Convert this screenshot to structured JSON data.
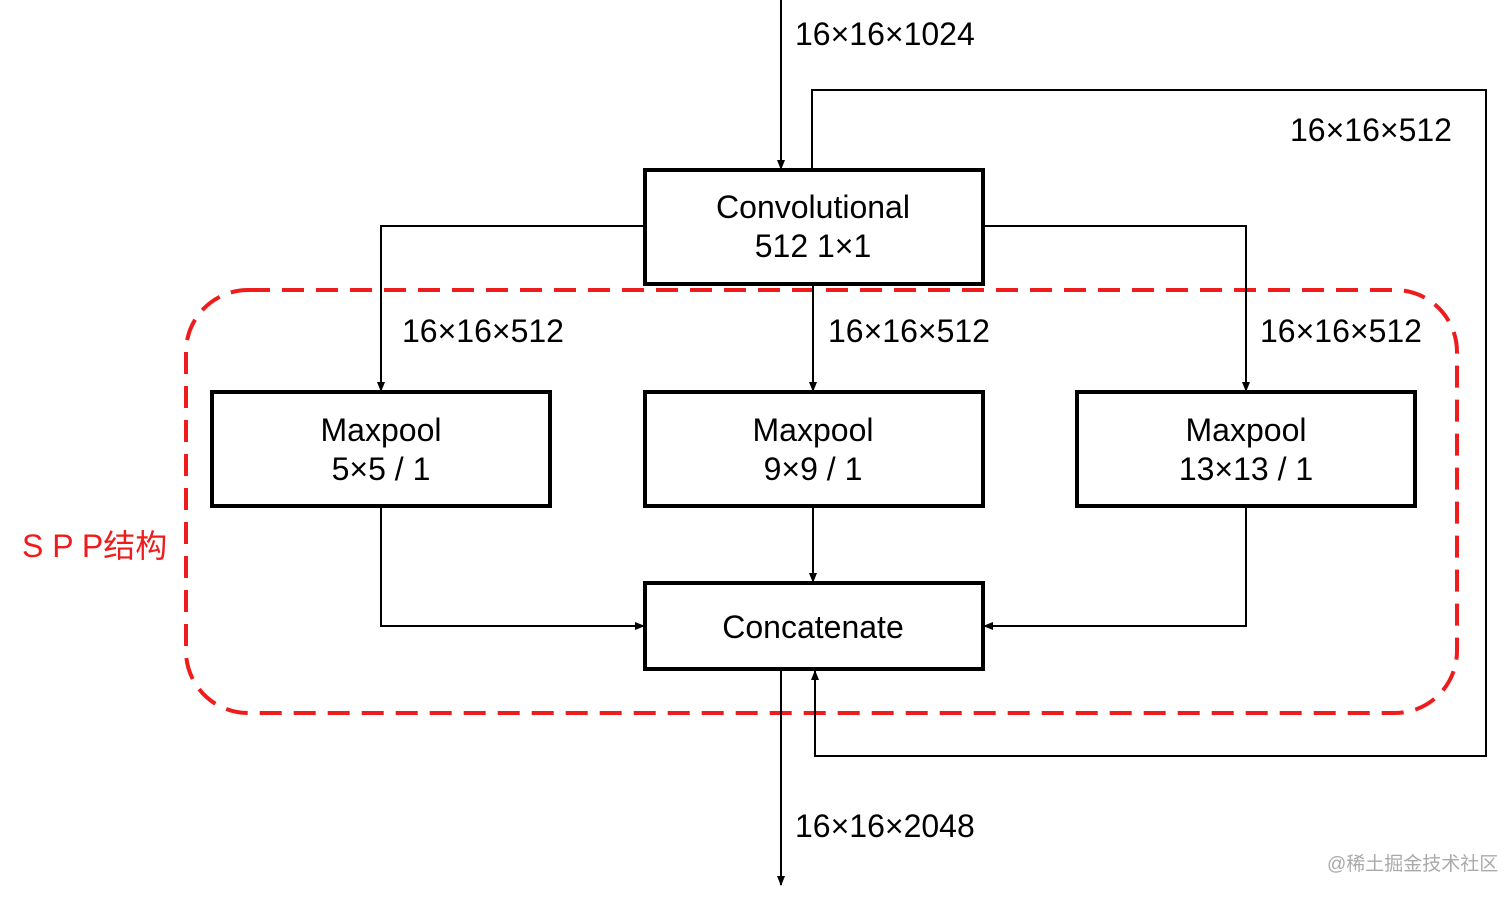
{
  "colors": {
    "spp_outline": "#ee1c1c",
    "line": "#000000"
  },
  "input_label": "16×16×1024",
  "bypass_label": "16×16×512",
  "conv": {
    "line1": "Convolutional",
    "line2": "512 1×1"
  },
  "branch_labels": [
    "16×16×512",
    "16×16×512",
    "16×16×512"
  ],
  "maxpools": [
    {
      "line1": "Maxpool",
      "line2": "5×5 / 1"
    },
    {
      "line1": "Maxpool",
      "line2": "9×9 / 1"
    },
    {
      "line1": "Maxpool",
      "line2": "13×13 / 1"
    }
  ],
  "concat": {
    "label": "Concatenate"
  },
  "output_label": "16×16×2048",
  "spp_label": "S P P结构",
  "watermark": "@稀土掘金技术社区"
}
